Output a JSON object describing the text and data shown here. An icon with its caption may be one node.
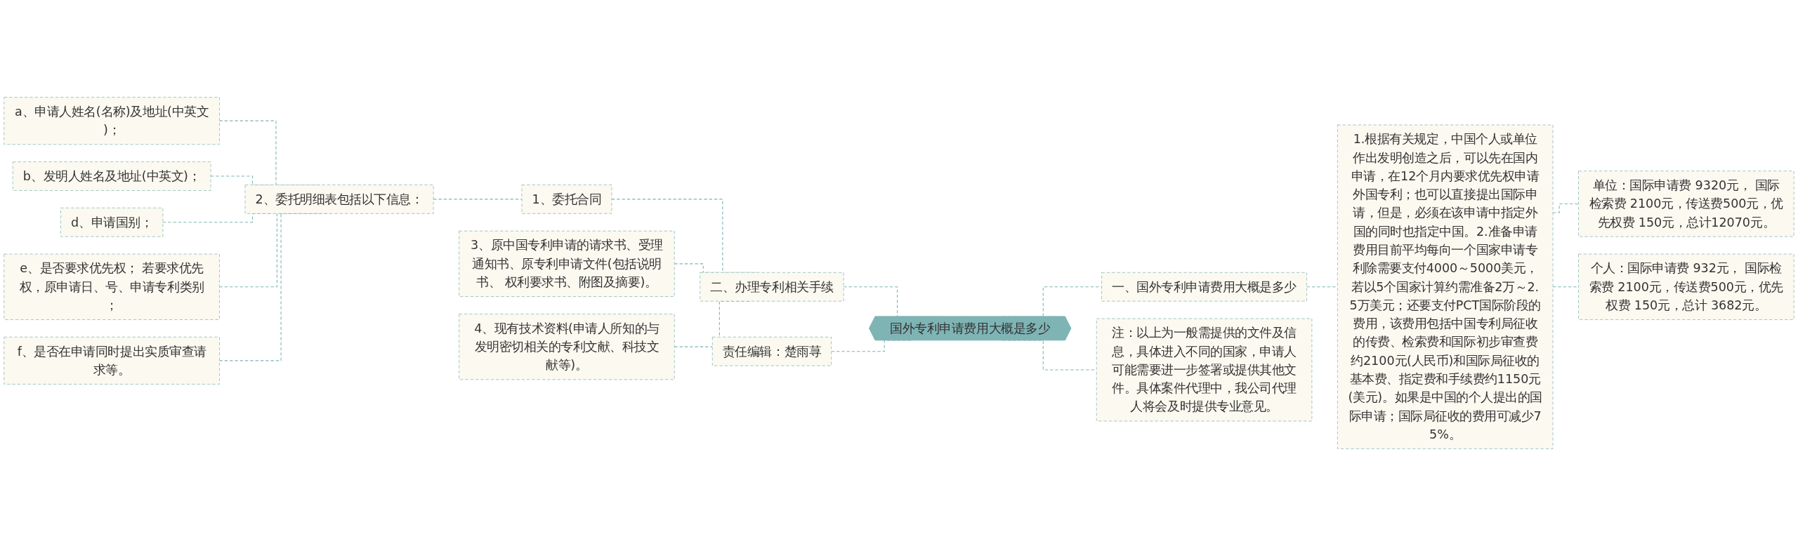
{
  "diagram": {
    "nodes": [
      {
        "text": [
          "国外专利申请费用大概是多少"
        ]
      },
      {
        "text": [
          "一、国外专利申请费用大概是多少"
        ]
      },
      {
        "text": [
          "1.根据有关规定，中国个人或单位作出发明创造之后，可以先在国内申请，在12个月内要求优先权申请外国专利；也可以直接提出国际申请，但是，必须在该申请中指定外国的同时也指定中国。2.准备申请费用目前平均每向一个国家申请专利除需要支付4000～5000美元，若以5个国家计算约需准备2万～2.5万美元；还要支付PCT国际阶段的费用，该费用包括中国专利局征收的传费、检索费和国际初步审查费约2100元(人民币)和国际局征收的基本费、指定费和手续费约1150元(美元)。如果是中国的个人提出的国际申请；国际局征收的费用可减少75%。"
        ]
      },
      {
        "text": [
          "单位：国际申请费 9320元， 国际检索费 2100元，传送费500元，优先权费 150元，总计12070元。"
        ]
      },
      {
        "text": [
          "个人：国际申请费 932元， 国际检索费 2100元，传送费500元，优先权费 150元，总计 3682元。"
        ]
      },
      {
        "text": [
          "注：以上为一般需提供的文件及信息，具体进入不同的国家，申请人可能需要进一步签署或提供其他文件。具体案件代理中，我公司代理人将会及时提供专业意见。"
        ]
      },
      {
        "text": [
          "二、办理专利相关手续"
        ]
      },
      {
        "text": [
          "1、委托合同"
        ]
      },
      {
        "text": [
          "2、委托明细表包括以下信息："
        ]
      },
      {
        "text": [
          "a、申请人姓名(名称)及地址(中英文)；"
        ]
      },
      {
        "text": [
          "b、发明人姓名及地址(中英文)；"
        ]
      },
      {
        "text": [
          "d、申请国别；"
        ]
      },
      {
        "text": [
          "e、是否要求优先权； 若要求优先权，原申请日、号、申请专利类别；"
        ]
      },
      {
        "text": [
          "f、是否在申请同时提出实质审查请求等。"
        ]
      },
      {
        "text": [
          "3、原中国专利申请的请求书、受理通知书、原专利申请文件(包括说明书、 权利要求书、附图及摘要)。"
        ]
      },
      {
        "text": [
          "4、现有技术资料(申请人所知的与发明密切相关的专利文献、科技文献等)。"
        ]
      },
      {
        "text": [
          "责任编辑：楚雨荨"
        ]
      }
    ],
    "edges": [
      {
        "from": 0,
        "to": 1,
        "arrow": "none",
        "style": "dashed"
      },
      {
        "from": 1,
        "to": 2,
        "arrow": "none",
        "style": "dashed"
      },
      {
        "from": 2,
        "to": 3,
        "arrow": "none",
        "style": "dashed"
      },
      {
        "from": 2,
        "to": 4,
        "arrow": "none",
        "style": "dashed"
      },
      {
        "from": 0,
        "to": 5,
        "arrow": "none",
        "style": "dashed"
      },
      {
        "from": 6,
        "to": 0,
        "arrow": "none",
        "style": "dashed"
      },
      {
        "from": 7,
        "to": 6,
        "arrow": "none",
        "style": "dashed"
      },
      {
        "from": 8,
        "to": 7,
        "arrow": "none",
        "style": "dashed"
      },
      {
        "from": 9,
        "to": 8,
        "arrow": "none",
        "style": "dashed"
      },
      {
        "from": 10,
        "to": 8,
        "arrow": "none",
        "style": "dashed"
      },
      {
        "from": 11,
        "to": 8,
        "arrow": "none",
        "style": "dashed"
      },
      {
        "from": 12,
        "to": 8,
        "arrow": "none",
        "style": "dashed"
      },
      {
        "from": 13,
        "to": 8,
        "arrow": "none",
        "style": "dashed"
      },
      {
        "from": 14,
        "to": 6,
        "arrow": "none",
        "style": "dashed"
      },
      {
        "from": 15,
        "to": 6,
        "arrow": "none",
        "style": "dashed"
      },
      {
        "from": 16,
        "to": 0,
        "arrow": "none",
        "style": "dashed"
      }
    ]
  }
}
